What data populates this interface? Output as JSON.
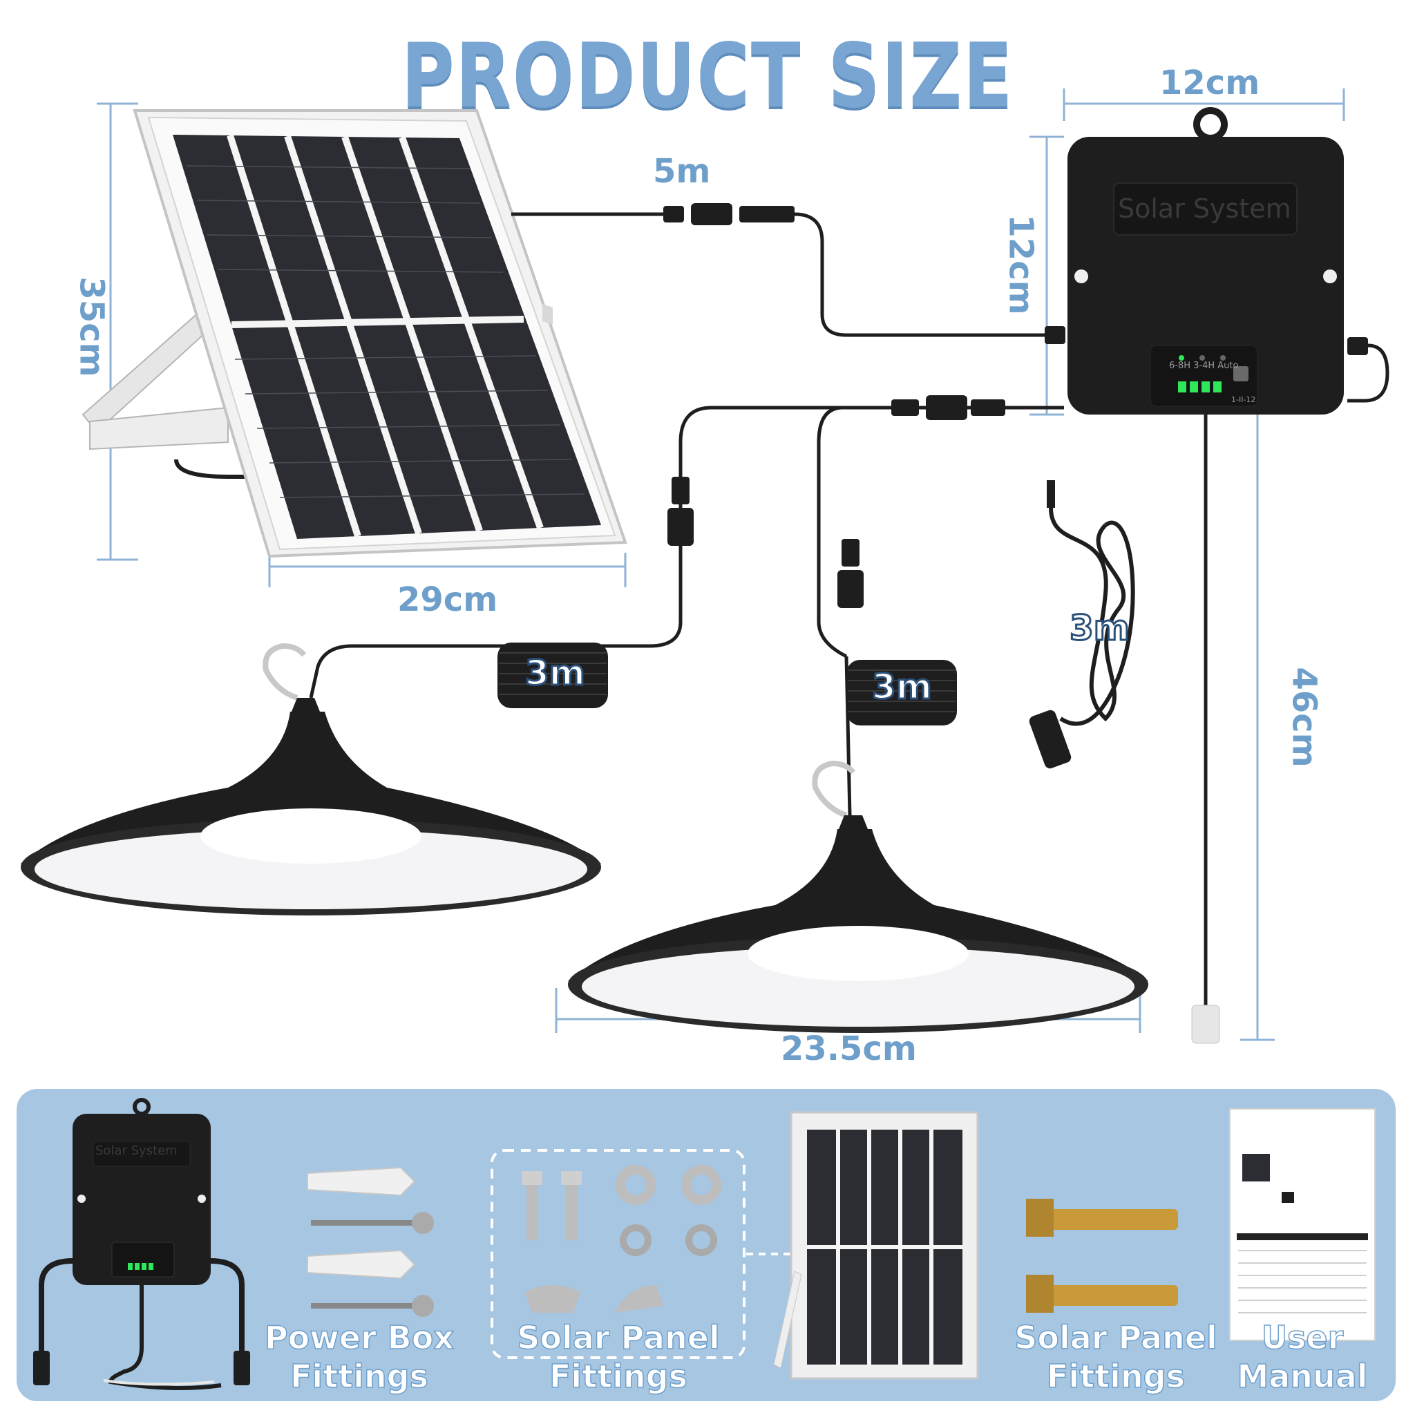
{
  "title": "PRODUCT SIZE",
  "dimensions": {
    "panel_height": "35cm",
    "panel_width": "29cm",
    "cable_to_box": "5m",
    "box_width": "12cm",
    "box_height": "12cm",
    "box_to_cord": "46cm",
    "lamp_diameter": "23.5cm"
  },
  "coils": {
    "left": "3m",
    "right": "3m",
    "extension": "3m"
  },
  "power_box": {
    "label": "Solar System",
    "indicator_text": "6-8H 3-4H Auto",
    "model_text": "1-II-12"
  },
  "fittings": [
    {
      "label_line1": "Power Box",
      "label_line2": "Fittings"
    },
    {
      "label_line1": "Solar Panel",
      "label_line2": "Fittings"
    },
    {
      "label_line1": "Solar Panel",
      "label_line2": "Fittings"
    },
    {
      "label_line1": "User",
      "label_line2": "Manual"
    }
  ],
  "mini_box_label": "Solar System",
  "colors": {
    "accent": "#6e9fcb",
    "panel_bg": "#a7c6e2",
    "dark": "#1e1e1e"
  }
}
